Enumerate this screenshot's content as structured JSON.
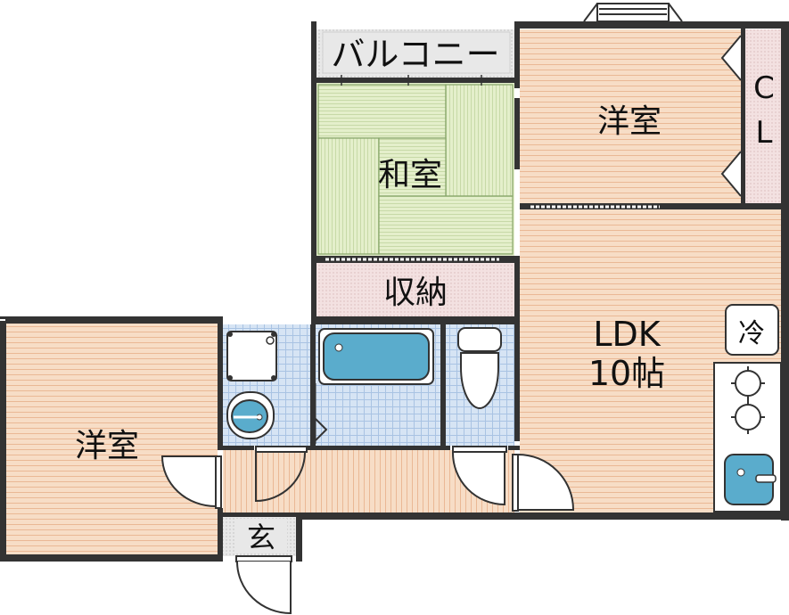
{
  "rooms": {
    "balcony": "バルコニー",
    "western_top": "洋室",
    "closet": "C L",
    "tatami": "和室",
    "storage": "収納",
    "ldk_name": "LDK",
    "ldk_size": "10帖",
    "western_left": "洋室",
    "entrance": "玄"
  },
  "fixtures": {
    "fridge": "冷"
  },
  "colors": {
    "wood_floor": "#f7ddc6",
    "wood_line": "#e9b793",
    "tatami": "#e5f0cc",
    "tatami_line": "#a8c08a",
    "storage": "#f3e0e0",
    "wet_tile": "#d6e4f4",
    "fixture": "#5aaccc",
    "wall": "#333333"
  }
}
